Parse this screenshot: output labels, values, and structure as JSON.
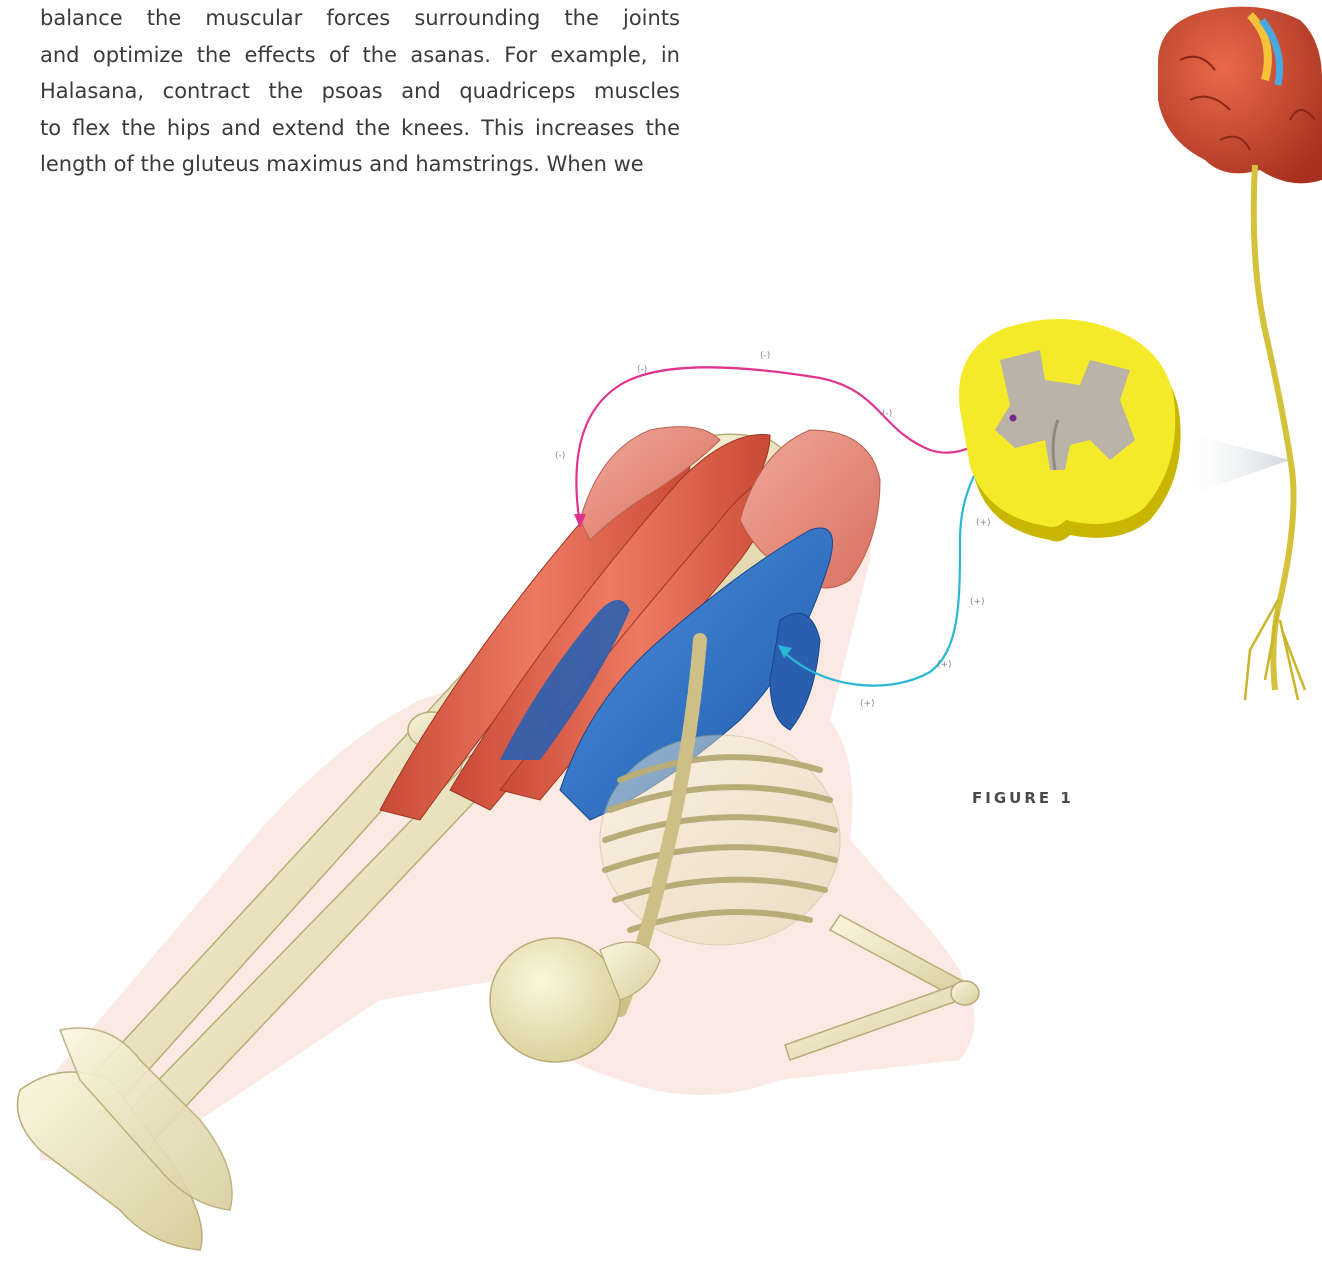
{
  "text": {
    "lines": [
      "balance the muscular forces surrounding the joints",
      "and optimize the effects of the asanas. For example, in",
      "Halasana, contract the psoas and quadriceps muscles",
      "to flex the hips and extend the knees. This increases the",
      "length of the gluteus maximus and hamstrings. When we"
    ]
  },
  "figure": {
    "label": "FIGURE 1",
    "signs": {
      "inhibit": "(-)",
      "excite": "(+)"
    }
  },
  "colors": {
    "inhibitory_pathway": "#e0338f",
    "excitatory_pathway": "#2ab7d6",
    "spinal_gray_matter": "#b9b3a8",
    "spinal_white_matter": "#f5ea2a",
    "muscle_red": "#e8705a",
    "muscle_blue": "#2c6fc6",
    "bone": "#f1e8c4",
    "nerve": "#d4c23a",
    "brain": "#c9472f"
  }
}
